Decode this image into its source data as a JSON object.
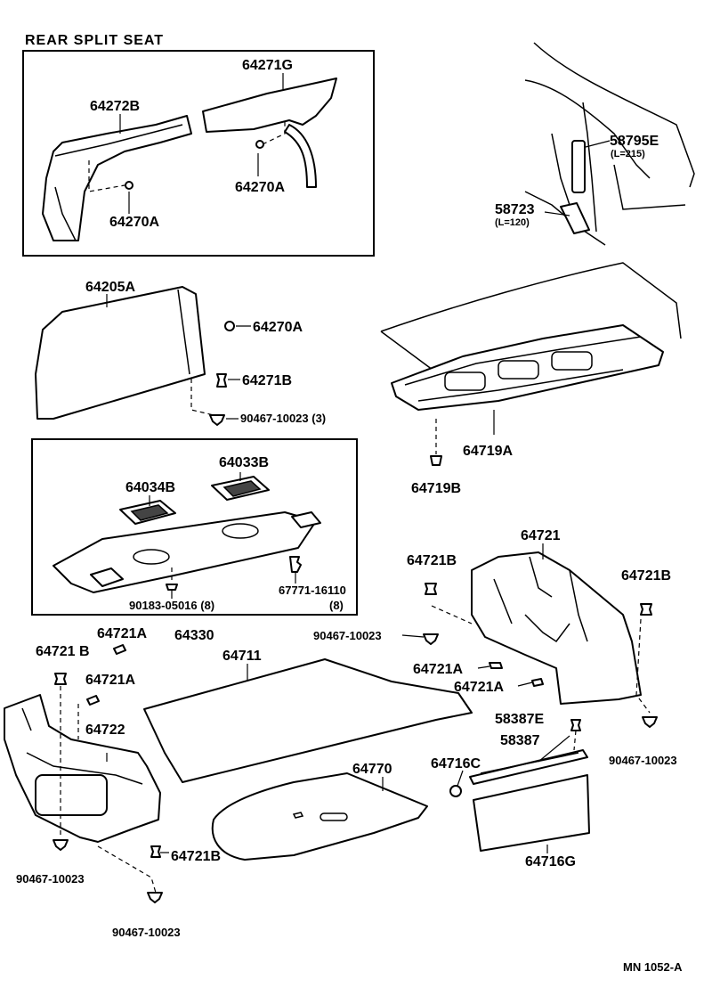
{
  "title": "REAR SPLIT SEAT",
  "footer_code": "MN  1052-A",
  "parts": {
    "p64271G": "64271G",
    "p64272B": "64272B",
    "p64270A_1": "64270A",
    "p64270A_2": "64270A",
    "p58795E": "58795E",
    "p58795E_len": "(L=215)",
    "p58723": "58723",
    "p58723_len": "(L=120)",
    "p64205A": "64205A",
    "p64270A_3": "64270A",
    "p64271B": "64271B",
    "p90467_3": "90467-10023 (3)",
    "p64719A": "64719A",
    "p64719B": "64719B",
    "p64033B": "64033B",
    "p64034B": "64034B",
    "p90183": "90183-05016 (8)",
    "p67771": "67771-16110",
    "p67771_qty": "(8)",
    "p64330": "64330",
    "p64721": "64721",
    "p64721B_1": "64721B",
    "p64721B_2": "64721B",
    "p90467_b": "90467-10023",
    "p64721A_1": "64721A",
    "p64721A_2": "64721A",
    "p64721A_3": "64721A",
    "p64721A_4": "64721A",
    "p64721B_3": "64721 B",
    "p64711": "64711",
    "p64722": "64722",
    "p58387E": "58387E",
    "p58387": "58387",
    "p64716C": "64716C",
    "p90467_c": "90467-10023",
    "p64770": "64770",
    "p64716G": "64716G",
    "p64721B_4": "64721B",
    "p90467_d": "90467-10023",
    "p90467_e": "90467-10023"
  }
}
